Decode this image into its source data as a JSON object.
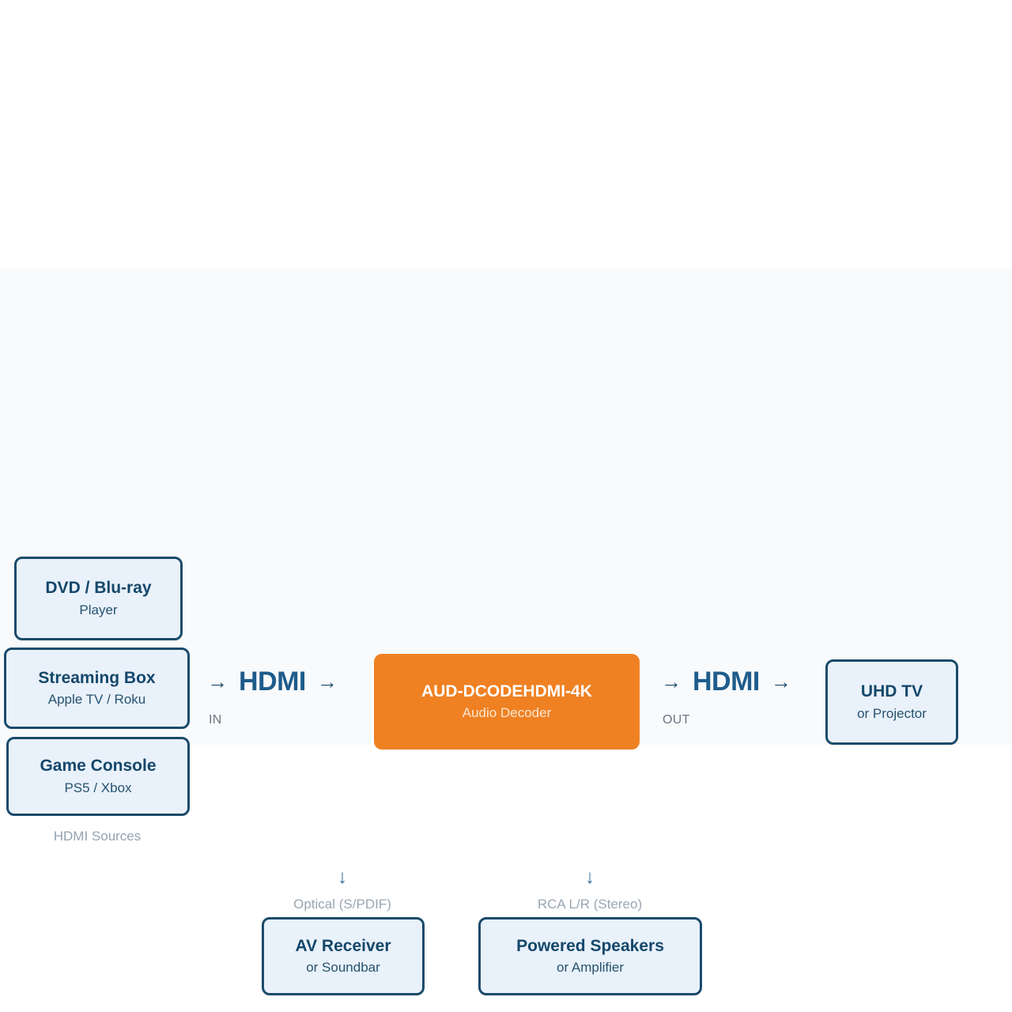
{
  "diagram": {
    "background": "#f8fafc",
    "accent_orange": "#ef8123",
    "accent_navy": "#1b4b6b",
    "sources": {
      "caption": "HDMI Sources",
      "items": [
        {
          "title": "DVD / Blu-ray",
          "sub": "Player"
        },
        {
          "title": "Streaming Box",
          "sub": "Apple TV / Roku"
        },
        {
          "title": "Game Console",
          "sub": "PS5 / Xbox"
        }
      ]
    },
    "links": [
      {
        "arrow_left": "→",
        "label": "HDMI",
        "arrow_right": "→",
        "port": "IN"
      },
      {
        "arrow_left": "→",
        "label": "HDMI",
        "arrow_right": "→",
        "port": "OUT"
      }
    ],
    "decoder": {
      "model": "AUD-DCODEHDMI-4K",
      "role": "Audio Decoder"
    },
    "display": {
      "title": "UHD TV",
      "sub": "or Projector"
    },
    "audio_outputs": [
      {
        "arrow": "↓",
        "connection": "Optical (S/PDIF)",
        "title": "AV Receiver",
        "sub": "or Soundbar"
      },
      {
        "arrow": "↓",
        "connection": "RCA L/R (Stereo)",
        "title": "Powered Speakers",
        "sub": "or Amplifier"
      }
    ]
  }
}
